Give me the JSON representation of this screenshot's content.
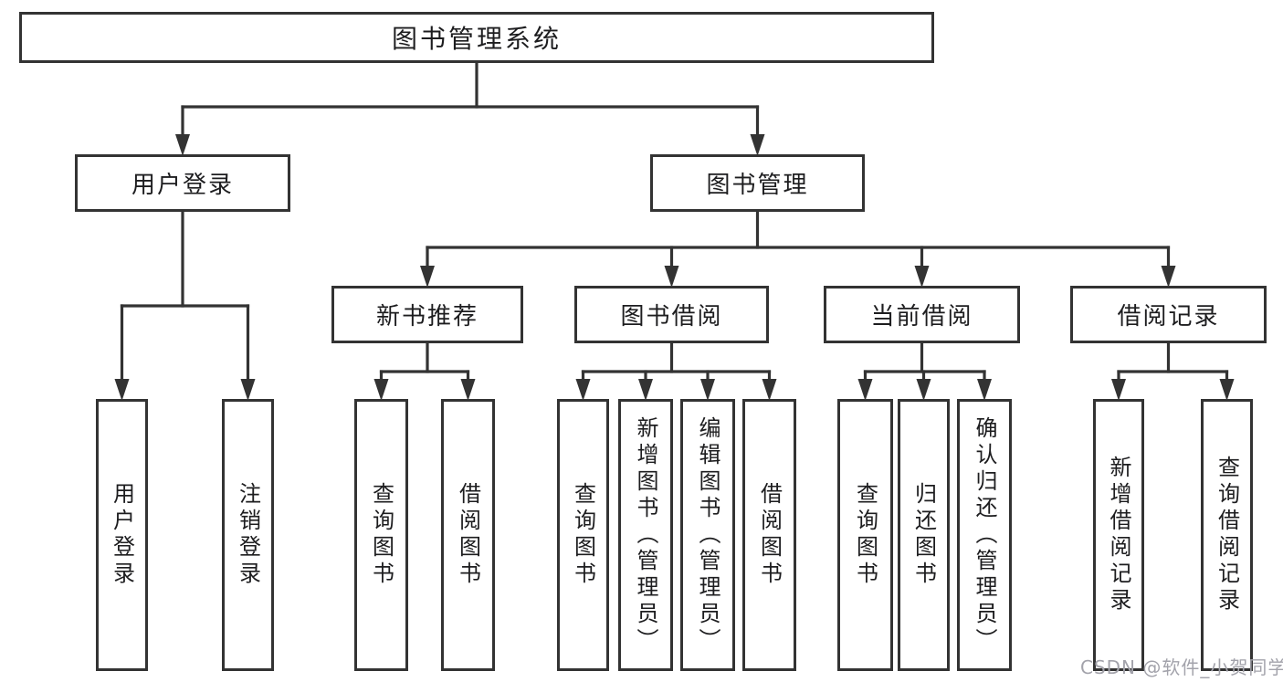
{
  "watermark": "CSDN @软件_小贺同学",
  "colors": {
    "line": "#333333",
    "text": "#1d1d1f",
    "watermark": "#a3a3ab",
    "background": "#ffffff"
  },
  "diagram": {
    "title": "图书管理系统",
    "nodes": [
      {
        "id": "root",
        "label": "图书管理系统"
      },
      {
        "id": "user-login",
        "label": "用户登录"
      },
      {
        "id": "book-mgmt",
        "label": "图书管理"
      },
      {
        "id": "new-book-rec",
        "label": "新书推荐"
      },
      {
        "id": "book-borrow",
        "label": "图书借阅"
      },
      {
        "id": "current-borrow",
        "label": "当前借阅"
      },
      {
        "id": "borrow-records",
        "label": "借阅记录"
      },
      {
        "id": "ul-login",
        "label": "用户登录"
      },
      {
        "id": "ul-logout",
        "label": "注销登录"
      },
      {
        "id": "nbr-query",
        "label": "查询图书"
      },
      {
        "id": "nbr-borrow",
        "label": "借阅图书"
      },
      {
        "id": "bb-query",
        "label": "查询图书"
      },
      {
        "id": "bb-add",
        "label": "新增图书（管理员）"
      },
      {
        "id": "bb-edit",
        "label": "编辑图书（管理员）"
      },
      {
        "id": "bb-borrow",
        "label": "借阅图书"
      },
      {
        "id": "cb-query",
        "label": "查询图书"
      },
      {
        "id": "cb-return",
        "label": "归还图书"
      },
      {
        "id": "cb-confirm",
        "label": "确认归还（管理员）"
      },
      {
        "id": "br-add",
        "label": "新增借阅记录"
      },
      {
        "id": "br-query",
        "label": "查询借阅记录"
      }
    ],
    "edges": [
      {
        "parent": "root",
        "children": [
          "user-login",
          "book-mgmt"
        ]
      },
      {
        "parent": "user-login",
        "children": [
          "ul-login",
          "ul-logout"
        ]
      },
      {
        "parent": "book-mgmt",
        "children": [
          "new-book-rec",
          "book-borrow",
          "current-borrow",
          "borrow-records"
        ]
      },
      {
        "parent": "new-book-rec",
        "children": [
          "nbr-query",
          "nbr-borrow"
        ]
      },
      {
        "parent": "book-borrow",
        "children": [
          "bb-query",
          "bb-add",
          "bb-edit",
          "bb-borrow"
        ]
      },
      {
        "parent": "current-borrow",
        "children": [
          "cb-query",
          "cb-return",
          "cb-confirm"
        ]
      },
      {
        "parent": "borrow-records",
        "children": [
          "br-add",
          "br-query"
        ]
      }
    ]
  }
}
